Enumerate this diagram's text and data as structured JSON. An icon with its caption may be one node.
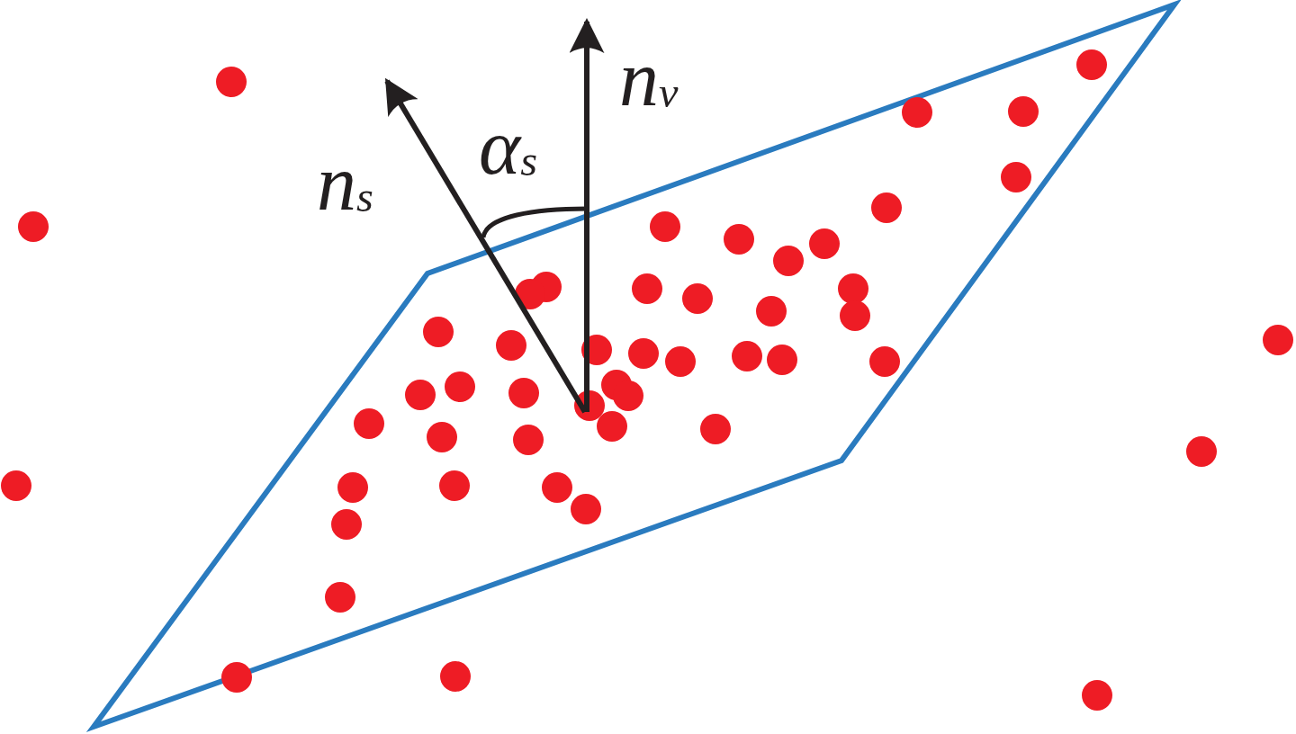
{
  "diagram": {
    "labels": [
      "n$_{v}$",
      "α$_{s}$",
      "n$_{s}$"
    ]
  }
}
